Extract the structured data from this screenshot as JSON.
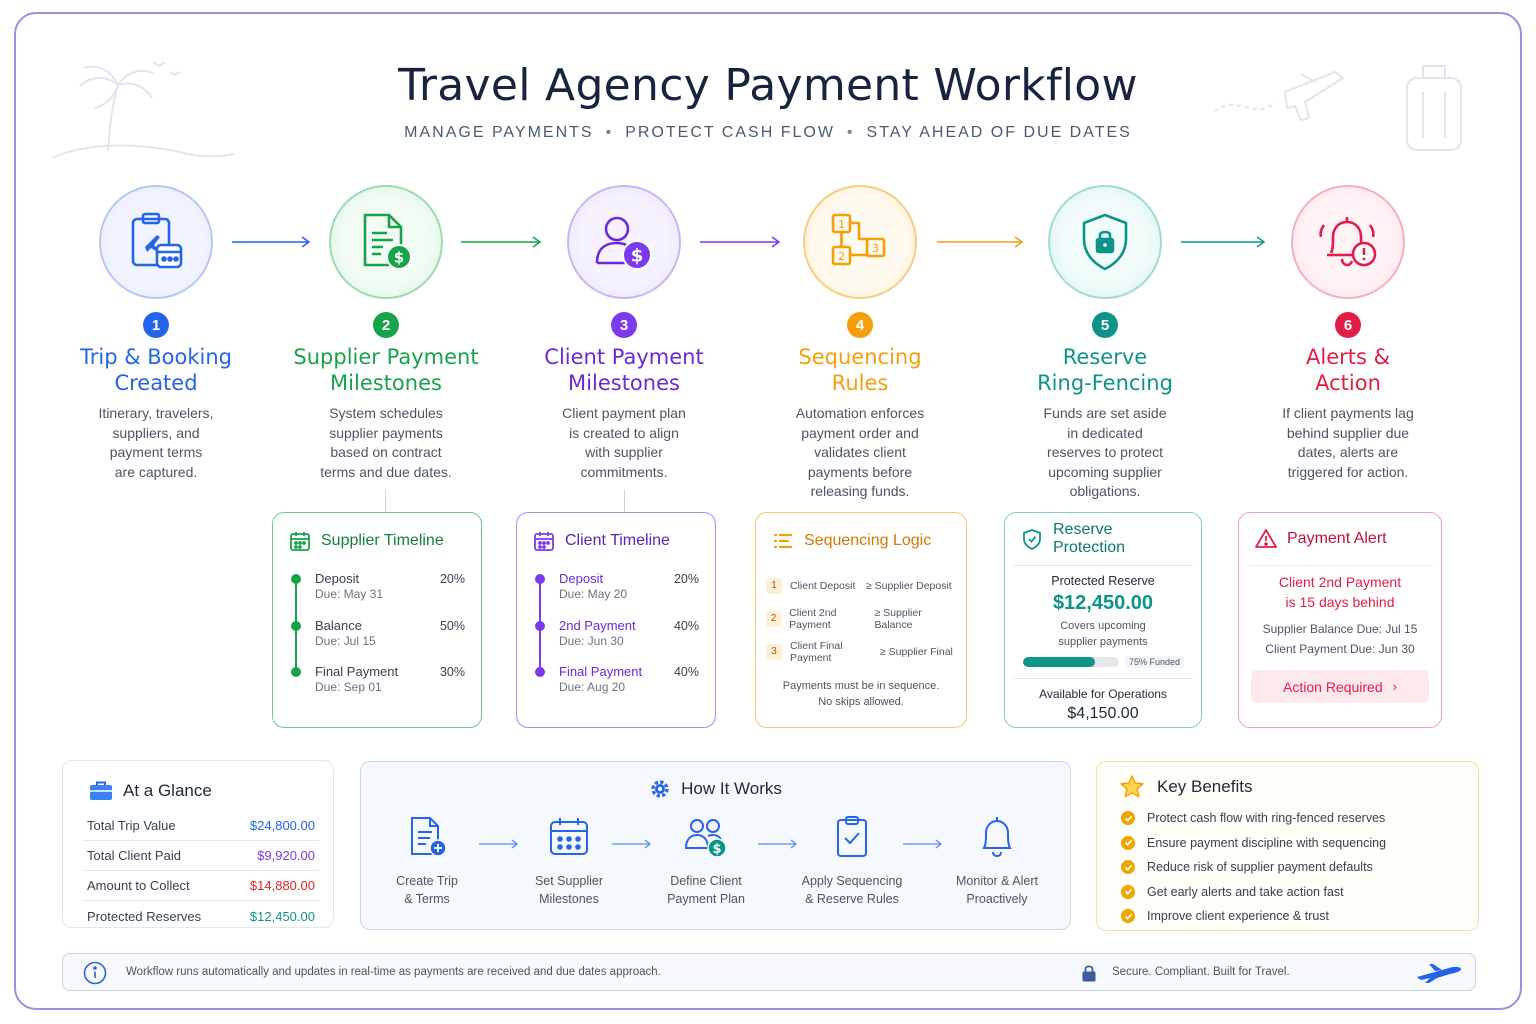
{
  "header": {
    "title": "Travel Agency Payment Workflow",
    "subtitle": [
      "MANAGE PAYMENTS",
      "PROTECT CASH FLOW",
      "STAY AHEAD OF DUE DATES"
    ]
  },
  "steps": [
    {
      "number": "1",
      "title": "Trip & Booking Created",
      "desc": "Itinerary, travelers, suppliers, and payment terms are captured.",
      "icon": "clipboard-plane-icon",
      "color": "#2563eb"
    },
    {
      "number": "2",
      "title": "Supplier Payment Milestones",
      "desc": "System schedules supplier payments based on contract terms and due dates.",
      "icon": "document-dollar-icon",
      "color": "#16a34a"
    },
    {
      "number": "3",
      "title": "Client Payment Milestones",
      "desc": "Client payment plan is created to align with supplier commitments.",
      "icon": "user-dollar-icon",
      "color": "#7c3aed"
    },
    {
      "number": "4",
      "title": "Sequencing Rules",
      "desc": "Automation enforces payment order and validates client payments before releasing funds.",
      "icon": "sequence-blocks-icon",
      "color": "#f59e0b"
    },
    {
      "number": "5",
      "title": "Reserve Ring-Fencing",
      "desc": "Funds are set aside in dedicated reserves to protect upcoming supplier obligations.",
      "icon": "shield-lock-icon",
      "color": "#0d9488"
    },
    {
      "number": "6",
      "title": "Alerts & Action",
      "desc": "If client payments lag behind supplier due dates, alerts are triggered for action.",
      "icon": "bell-alert-icon",
      "color": "#e11d48"
    }
  ],
  "supplier_timeline": {
    "title": "Supplier Timeline",
    "items": [
      {
        "name": "Deposit",
        "due": "Due: May 31",
        "pct": "20%"
      },
      {
        "name": "Balance",
        "due": "Due: Jul 15",
        "pct": "50%"
      },
      {
        "name": "Final Payment",
        "due": "Due: Sep 01",
        "pct": "30%"
      }
    ]
  },
  "client_timeline": {
    "title": "Client Timeline",
    "items": [
      {
        "name": "Deposit",
        "due": "Due: May 20",
        "pct": "20%"
      },
      {
        "name": "2nd Payment",
        "due": "Due: Jun 30",
        "pct": "40%"
      },
      {
        "name": "Final Payment",
        "due": "Due: Aug 20",
        "pct": "40%"
      }
    ]
  },
  "sequencing": {
    "title": "Sequencing Logic",
    "rules": [
      {
        "n": "1",
        "client": "Client Deposit",
        "supplier": "≥ Supplier Deposit"
      },
      {
        "n": "2",
        "client": "Client 2nd Payment",
        "supplier": "≥ Supplier Balance"
      },
      {
        "n": "3",
        "client": "Client Final Payment",
        "supplier": "≥ Supplier Final"
      }
    ],
    "note1": "Payments must be in sequence.",
    "note2": "No skips allowed."
  },
  "reserve": {
    "title": "Reserve Protection",
    "label": "Protected Reserve",
    "amount": "$12,450.00",
    "covers": "Covers upcoming",
    "covers2": "supplier payments",
    "funded_fraction": 0.75,
    "funded_label": "75% Funded",
    "avail_label": "Available for Operations",
    "avail_amount": "$4,150.00"
  },
  "alert": {
    "title": "Payment Alert",
    "headline1": "Client 2nd Payment",
    "headline2": "is 15 days behind",
    "line1": "Supplier Balance Due: Jul 15",
    "line2": "Client Payment Due: Jun 30",
    "action": "Action Required"
  },
  "glance": {
    "title": "At a Glance",
    "rows": [
      {
        "label": "Total Trip Value",
        "value": "$24,800.00",
        "color": "#2563eb"
      },
      {
        "label": "Total Client Paid",
        "value": "$9,920.00",
        "color": "#7c3aed"
      },
      {
        "label": "Amount to Collect",
        "value": "$14,880.00",
        "color": "#dc2626"
      },
      {
        "label": "Protected Reserves",
        "value": "$12,450.00",
        "color": "#0d9488"
      }
    ]
  },
  "how_it_works": {
    "title": "How It Works",
    "steps": [
      {
        "l1": "Create Trip",
        "l2": "& Terms"
      },
      {
        "l1": "Set Supplier",
        "l2": "Milestones"
      },
      {
        "l1": "Define Client",
        "l2": "Payment Plan"
      },
      {
        "l1": "Apply Sequencing",
        "l2": "& Reserve Rules"
      },
      {
        "l1": "Monitor & Alert",
        "l2": "Proactively"
      }
    ]
  },
  "benefits": {
    "title": "Key Benefits",
    "items": [
      "Protect cash flow with ring-fenced reserves",
      "Ensure payment discipline with sequencing",
      "Reduce risk of supplier payment defaults",
      "Get early alerts and take action fast",
      "Improve client experience & trust"
    ]
  },
  "footer": {
    "info": "Workflow runs automatically and updates in real-time as payments are received and due dates approach.",
    "secure": "Secure. Compliant. Built for Travel."
  }
}
